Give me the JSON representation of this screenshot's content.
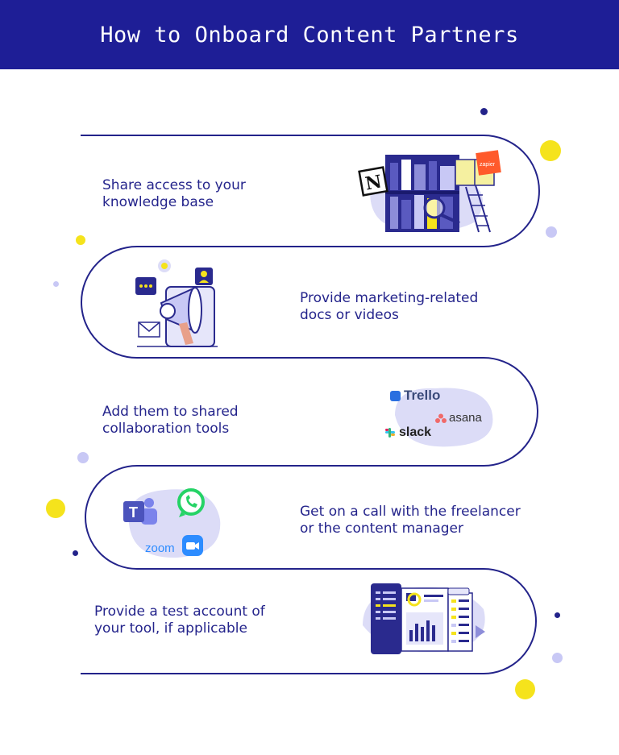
{
  "title": "How to Onboard Content Partners",
  "steps": [
    {
      "line1": "Share access to your",
      "line2": "knowledge base"
    },
    {
      "line1": "Provide marketing-related",
      "line2": "docs or videos"
    },
    {
      "line1": "Add them to shared",
      "line2": "collaboration tools"
    },
    {
      "line1": "Get on a call with the freelancer",
      "line2": "or the content manager"
    },
    {
      "line1": "Provide a test account of",
      "line2": "your tool, if applicable"
    }
  ],
  "logos": {
    "trello": "Trello",
    "asana": "asana",
    "slack": "slack",
    "zoom": "zoom",
    "zapier": "zapier"
  },
  "colors": {
    "navy": "#1e1e96",
    "accent_yellow": "#f5e31c",
    "lavender": "#c8c8f5"
  }
}
